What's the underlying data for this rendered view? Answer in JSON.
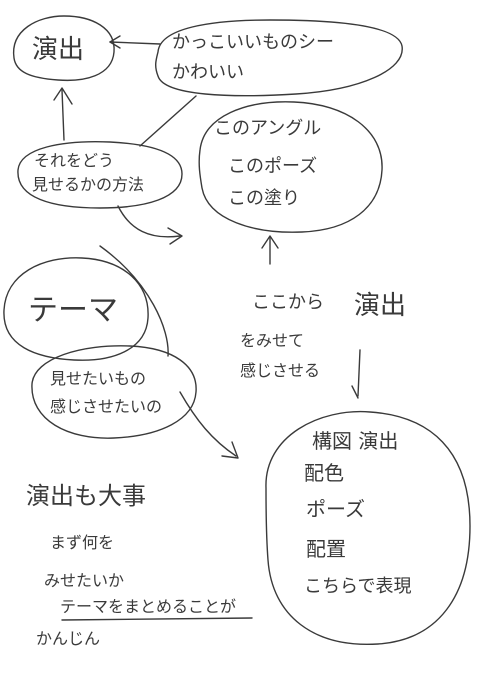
{
  "notes": {
    "enshutsu": "演出",
    "kakkoii": "かっこいいものシー",
    "kawaii": "かわいい",
    "sore_wo_dou_1": "それをどう",
    "sore_wo_dou_2": "見せるかの方法",
    "kono_angle": "このアングル",
    "kono_pose": "このポーズ",
    "kono_nuri": "この塗り",
    "theme": "テーマ",
    "misetai_1": "見せたいもの",
    "misetai_2": "感じさせたいの",
    "kore_kara": "ここから",
    "kore_kara_enshutsu": "演出",
    "wo_misete": "をみせて",
    "kanjisaseru": "感じさせる",
    "kozu_enshutsu": "構図 演出",
    "haichi": "配色",
    "pose": "ポーズ",
    "haishoku": "配置",
    "kochira_kaku": "こちらで表現",
    "bottom_1": "演出も大事",
    "bottom_2": "まず何を",
    "bottom_3": "みせたいか",
    "bottom_4": "テーマをまとめることが",
    "bottom_5": "かんじん"
  }
}
